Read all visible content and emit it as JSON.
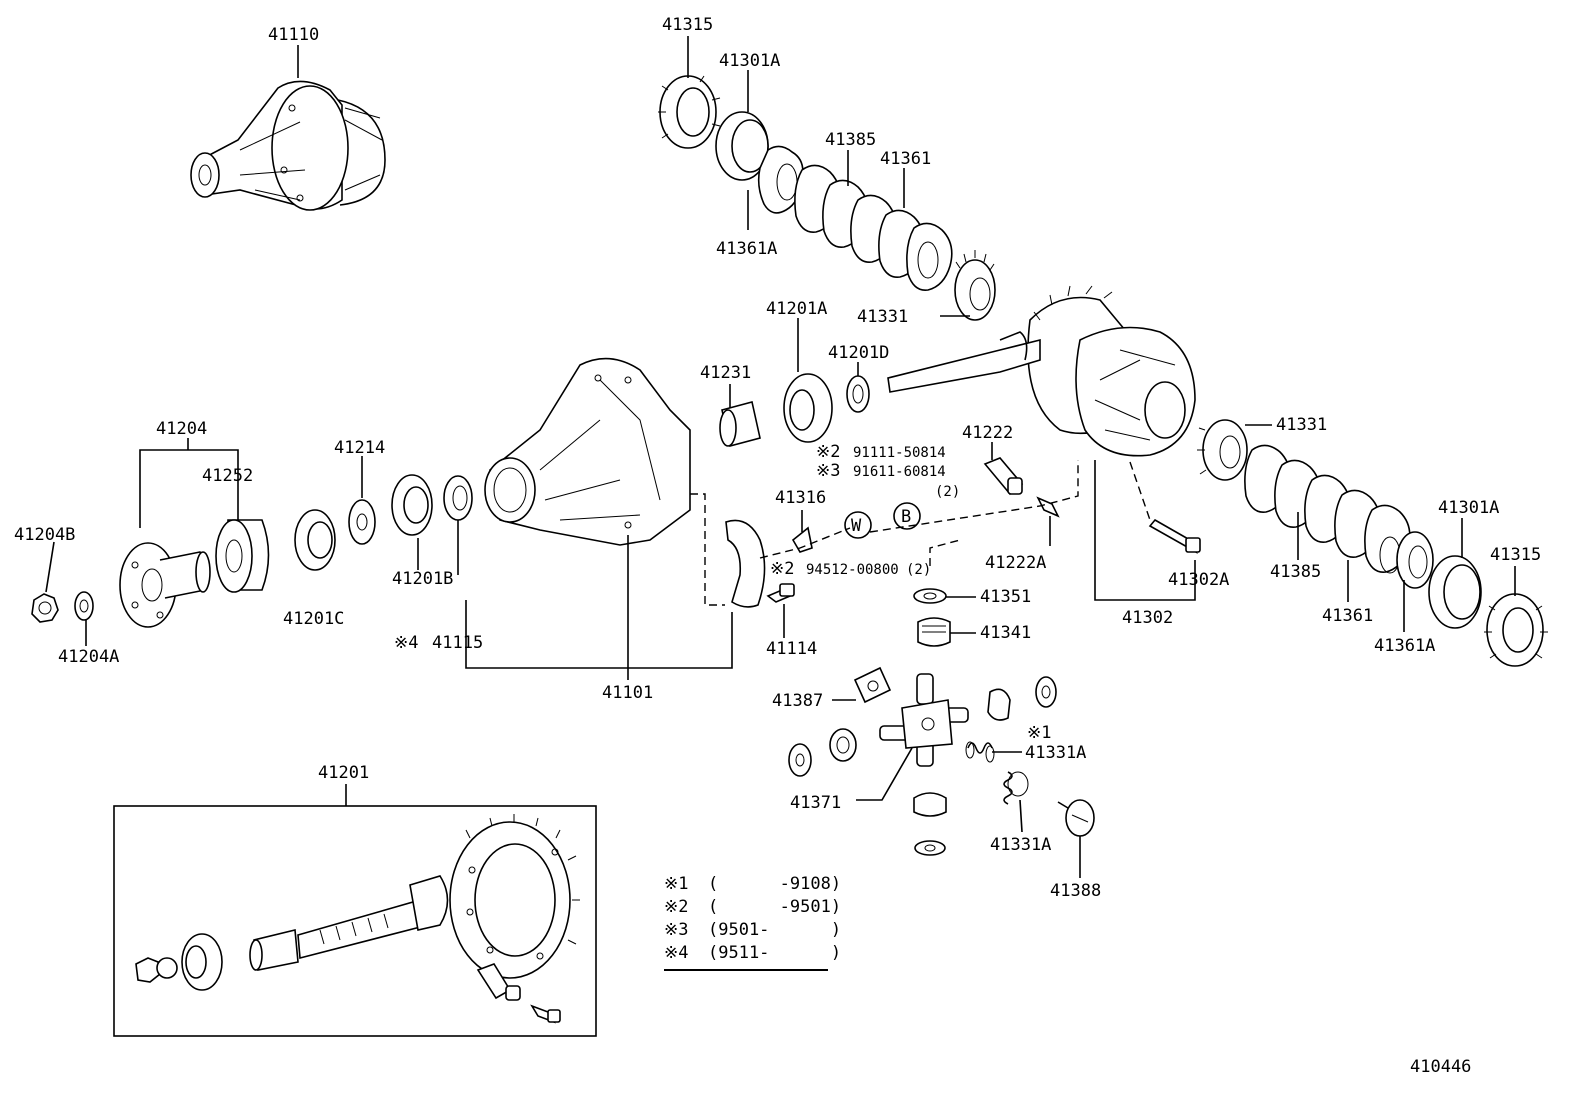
{
  "labels": {
    "p41110": "41110",
    "p41315_top": "41315",
    "p41301A_top": "41301A",
    "p41385_top": "41385",
    "p41361_top": "41361",
    "p41361A_top": "41361A",
    "p41331_top": "41331",
    "p41201A": "41201A",
    "p41201D": "41201D",
    "p41231": "41231",
    "p41204": "41204",
    "p41252": "41252",
    "p41214": "41214",
    "p41204B": "41204B",
    "p41204A": "41204A",
    "p41201C": "41201C",
    "p41201B": "41201B",
    "p41115": "41115",
    "p41101": "41101",
    "p41114": "41114",
    "p41316": "41316",
    "p41222": "41222",
    "p41222A": "41222A",
    "p41351": "41351",
    "p41341": "41341",
    "p41302": "41302",
    "p41302A": "41302A",
    "p41331_right": "41331",
    "p41385_right": "41385",
    "p41361_right": "41361",
    "p41361A_right": "41361A",
    "p41301A_right": "41301A",
    "p41315_right": "41315",
    "p41387": "41387",
    "p41371": "41371",
    "p41331A_a": "41331A",
    "p41331A_b": "41331A",
    "p41388": "41388",
    "p41201": "41201",
    "diagram_id": "410446"
  },
  "notes": {
    "n2_a": "※2",
    "n2_a_part": "91111-50814",
    "n3_a": "※3",
    "n3_a_part": "91611-60814",
    "n3_a_qty": "(2)",
    "n2_b": "※2",
    "n2_b_part": "94512-00800",
    "n2_b_qty": "(2)",
    "n4": "※4",
    "n1": "※1",
    "mark_w": "W",
    "mark_b": "B"
  },
  "legend": [
    {
      "mark": "※1",
      "range": "(      -9108)"
    },
    {
      "mark": "※2",
      "range": "(      -9501)"
    },
    {
      "mark": "※3",
      "range": "(9501-      )"
    },
    {
      "mark": "※4",
      "range": "(9511-      )"
    }
  ]
}
